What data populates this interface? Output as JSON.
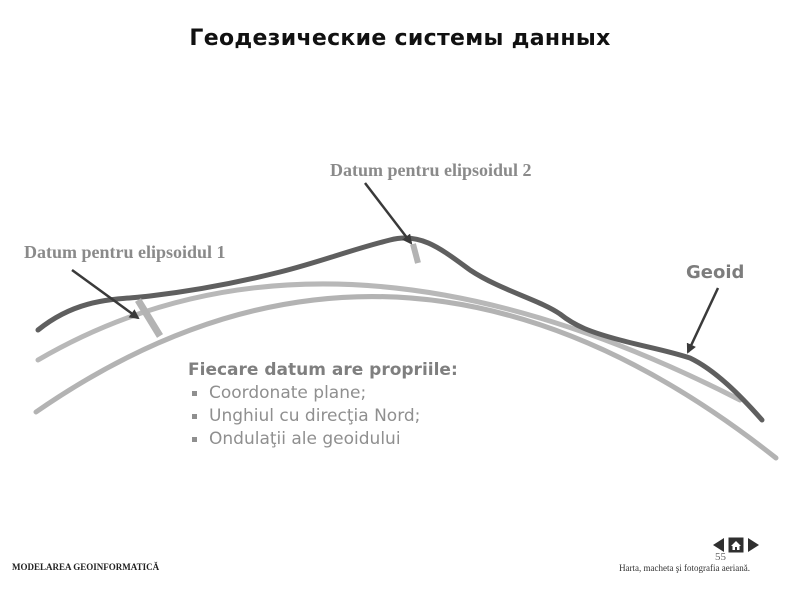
{
  "title": "Геодезические системы данных",
  "diagram": {
    "label_datum_2": "Datum pentru elipsoidul 2",
    "label_datum_1": "Datum pentru elipsoidul 1",
    "label_geoid": "Geoid",
    "colors": {
      "geoid": "#5f5f5f",
      "ellipsoid": "#b3b3b3",
      "arrow": "#3a3a3a",
      "label": "#8a8a8a"
    }
  },
  "info": {
    "heading": "Fiecare datum are propriile:",
    "items": [
      "Coordonate plane;",
      "Unghiul cu direcţia Nord;",
      "Ondulaţii ale geoidului"
    ]
  },
  "footer": {
    "left": "MODELAREA GEOINFORMATICĂ",
    "right": "Harta, macheta şi fotografia aeriană.",
    "page": "55"
  },
  "nav": {
    "prev": "previous-slide",
    "home": "home",
    "next": "next-slide"
  }
}
